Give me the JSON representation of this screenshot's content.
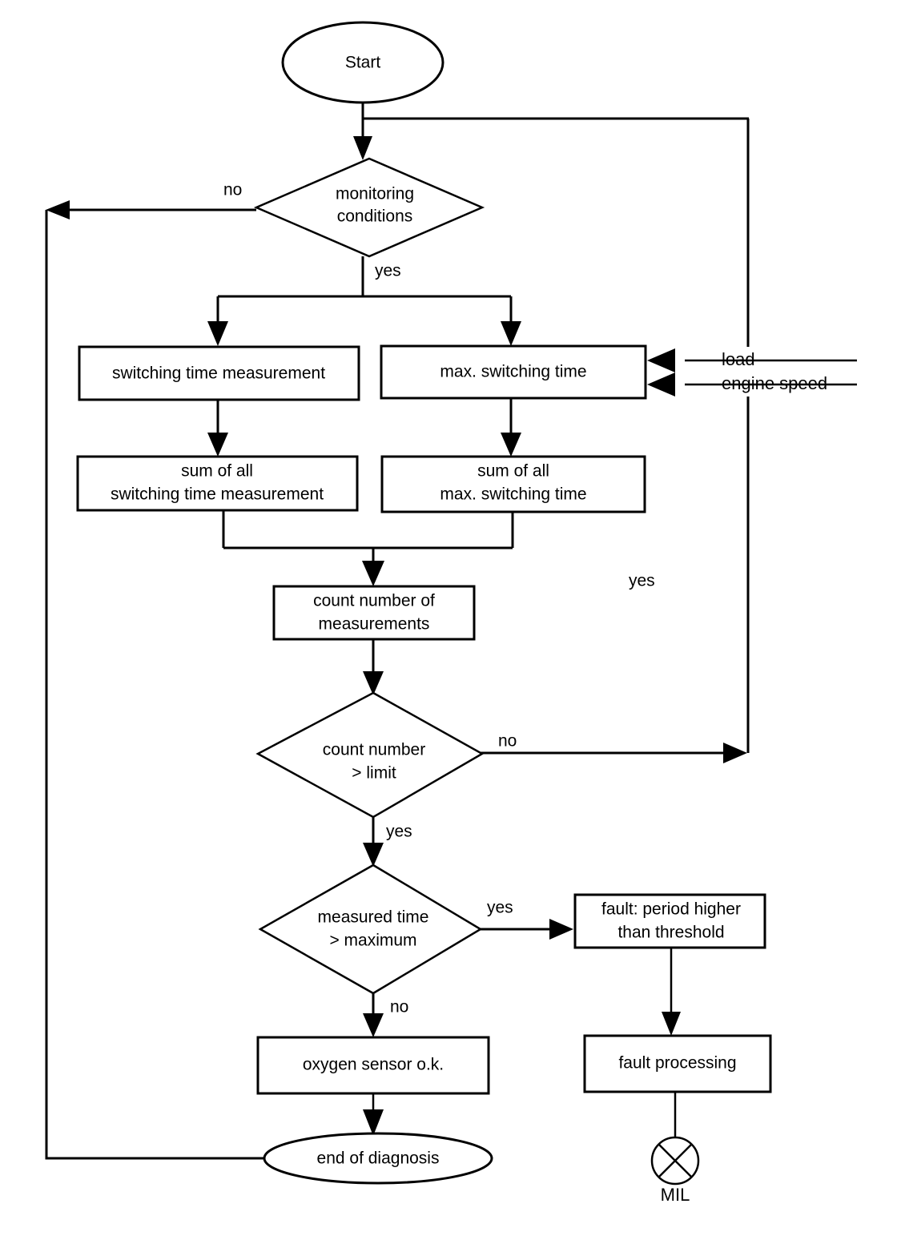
{
  "diagram": {
    "title": "Oxygen sensor switching time diagnosis flowchart",
    "type": "flowchart",
    "background_color": "#ffffff",
    "line_color": "#000000"
  },
  "nodes": {
    "start": {
      "label": "Start",
      "shape": "ellipse"
    },
    "monitoring_conditions": {
      "label_line1": "monitoring",
      "label_line2": "conditions",
      "shape": "diamond"
    },
    "switching_time_measurement": {
      "label": "switching time measurement",
      "shape": "process"
    },
    "max_switching_time": {
      "label": "max. switching time",
      "shape": "process"
    },
    "sum_switching_time_measurement": {
      "label_line1": "sum of all",
      "label_line2": "switching time measurement",
      "shape": "process"
    },
    "sum_max_switching_time": {
      "label_line1": "sum of all",
      "label_line2": "max. switching time",
      "shape": "process"
    },
    "count_number_of_measurements": {
      "label_line1": "count number of",
      "label_line2": "measurements",
      "shape": "process"
    },
    "count_number_limit": {
      "label_line1": "count number",
      "label_line2": "> limit",
      "shape": "diamond"
    },
    "measured_time_maximum": {
      "label_line1": "measured time",
      "label_line2": "> maximum",
      "shape": "diamond"
    },
    "fault_period_higher": {
      "label_line1": "fault: period higher",
      "label_line2": "than threshold",
      "shape": "process"
    },
    "oxygen_sensor_ok": {
      "label": "oxygen sensor o.k.",
      "shape": "process"
    },
    "fault_processing": {
      "label": "fault processing",
      "shape": "process"
    },
    "end_of_diagnosis": {
      "label": "end of diagnosis",
      "shape": "ellipse"
    },
    "mil": {
      "label": "MIL",
      "shape": "lamp-symbol"
    }
  },
  "edge_labels": {
    "monitoring_no": "no",
    "monitoring_yes": "yes",
    "loop_yes": "yes",
    "count_no": "no",
    "count_yes": "yes",
    "measured_yes": "yes",
    "measured_no": "no"
  },
  "inputs": {
    "load": "load",
    "engine_speed": "engine speed"
  }
}
